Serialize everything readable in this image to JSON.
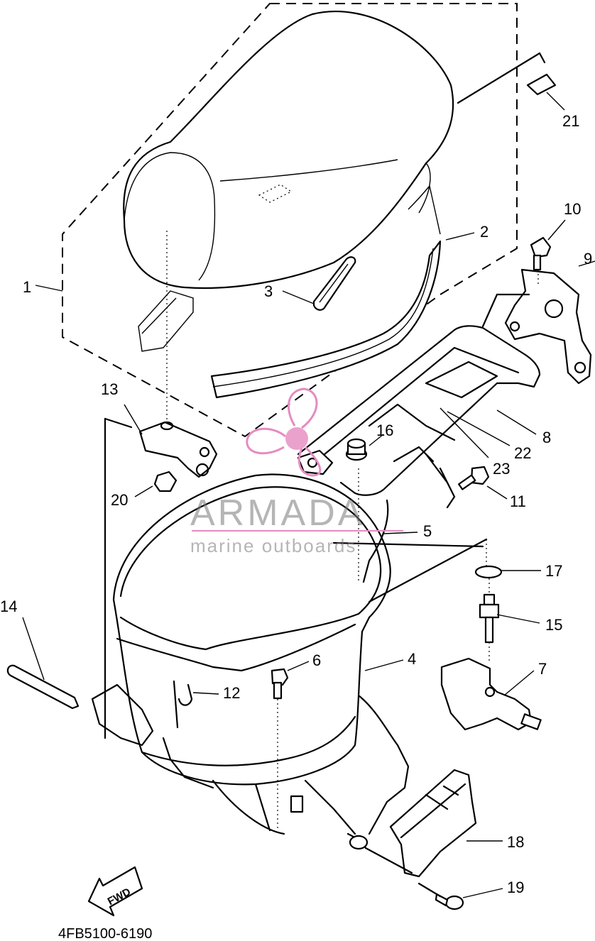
{
  "diagram": {
    "callouts": [
      {
        "id": "1",
        "label": "1"
      },
      {
        "id": "2",
        "label": "2"
      },
      {
        "id": "3",
        "label": "3"
      },
      {
        "id": "4",
        "label": "4"
      },
      {
        "id": "5",
        "label": "5"
      },
      {
        "id": "6",
        "label": "6"
      },
      {
        "id": "7",
        "label": "7"
      },
      {
        "id": "8",
        "label": "8"
      },
      {
        "id": "9",
        "label": "9"
      },
      {
        "id": "10",
        "label": "10"
      },
      {
        "id": "11",
        "label": "11"
      },
      {
        "id": "12",
        "label": "12"
      },
      {
        "id": "13",
        "label": "13"
      },
      {
        "id": "14",
        "label": "14"
      },
      {
        "id": "15",
        "label": "15"
      },
      {
        "id": "16",
        "label": "16"
      },
      {
        "id": "17",
        "label": "17"
      },
      {
        "id": "18",
        "label": "18"
      },
      {
        "id": "19",
        "label": "19"
      },
      {
        "id": "20",
        "label": "20"
      },
      {
        "id": "21",
        "label": "21"
      },
      {
        "id": "22",
        "label": "22"
      },
      {
        "id": "23",
        "label": "23"
      }
    ],
    "drawing_code": "4FB5100-6190",
    "fwd_label": "FWD"
  },
  "watermark": {
    "brand": "ARMADA",
    "tagline": "marine outboards",
    "accent_color": "#e58bc0"
  }
}
